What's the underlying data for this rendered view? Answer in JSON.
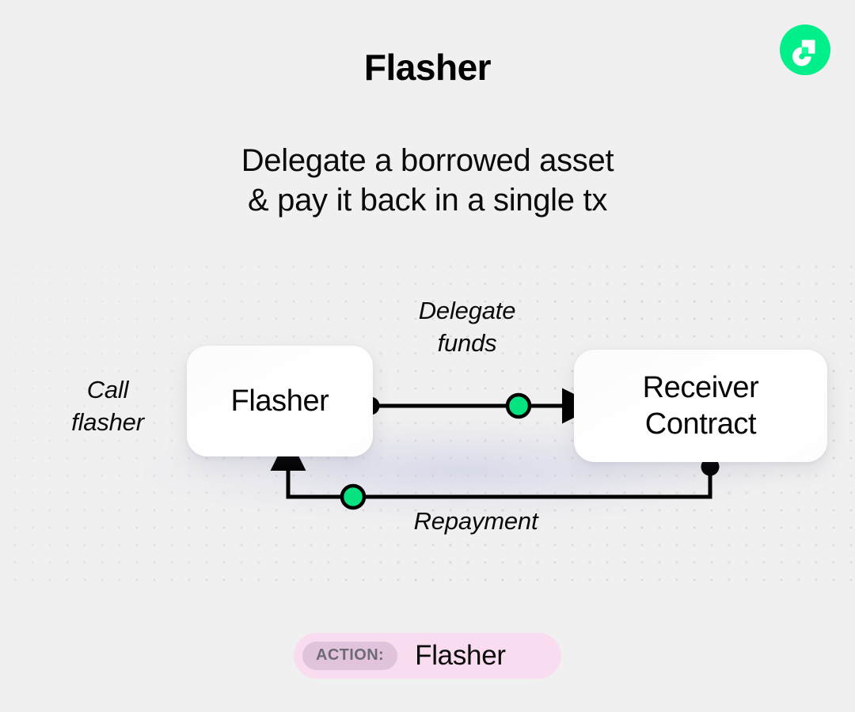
{
  "page": {
    "background_color": "#f0f0f0",
    "title": "Flasher",
    "subtitle_line_1": "Delegate a borrowed asset",
    "subtitle_line_2": "& pay it back in a single tx"
  },
  "brand": {
    "logo_name": "flow-logo-icon",
    "logo_circle_color": "#00ef8b",
    "logo_glyph_color": "#ffffff",
    "logo_accent_color": "#16ff99"
  },
  "diagram": {
    "nodes": [
      {
        "id": "flasher",
        "label": "Flasher"
      },
      {
        "id": "receiver",
        "label_line_1": "Receiver",
        "label_line_2": "Contract"
      }
    ],
    "edge_labels": {
      "call_flasher": "Call\nflasher",
      "delegate_funds": "Delegate\nfunds",
      "repayment": "Repayment"
    },
    "colors": {
      "line": "#000000",
      "node_dot": "#000000",
      "token_dot": "#05e27f",
      "token_dot_stroke": "#000000",
      "grid_dot": "#d9d9d9",
      "card_background": "#ffffff"
    }
  },
  "action_badge": {
    "chip_label": "ACTION:",
    "value": "Flasher",
    "pill_color": "#f9dcf0",
    "chip_color": "#e2c3dc"
  }
}
